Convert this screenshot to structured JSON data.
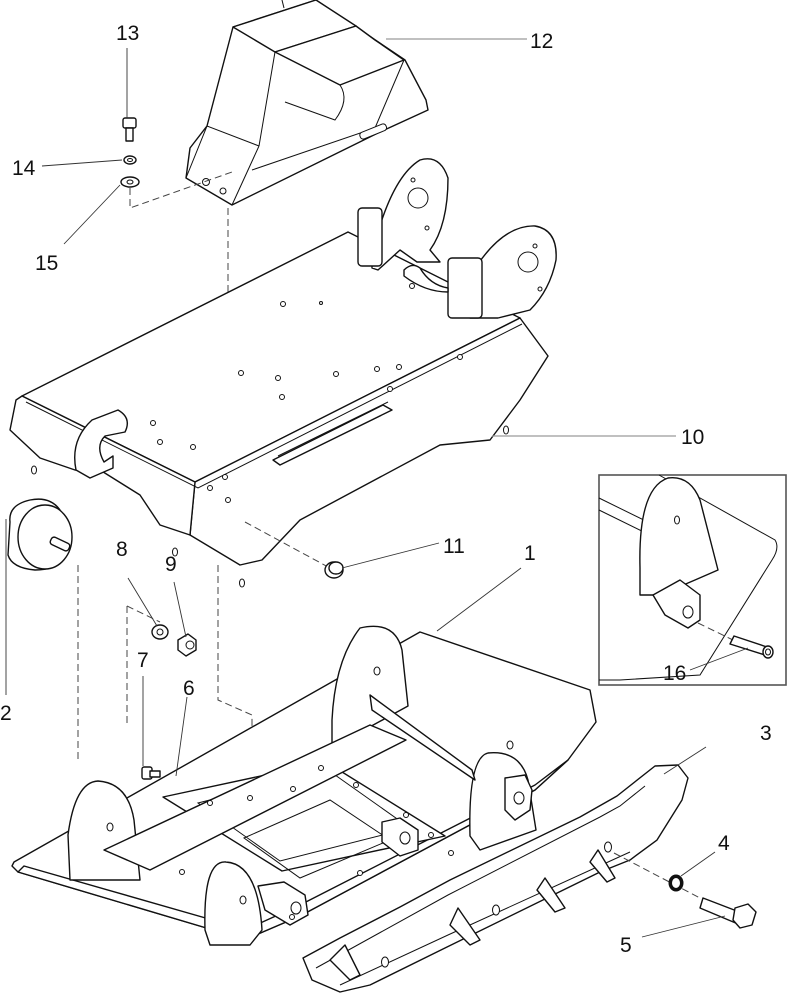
{
  "diagram": {
    "title": "Exploded parts view: frame, base plate and shock mounts",
    "callouts": [
      {
        "id": "1",
        "label": "1",
        "part": "base-plate"
      },
      {
        "id": "2",
        "label": "2",
        "part": "shock-mount"
      },
      {
        "id": "3",
        "label": "3",
        "part": "skid-rail"
      },
      {
        "id": "4",
        "label": "4",
        "part": "washer"
      },
      {
        "id": "5",
        "label": "5",
        "part": "bolt"
      },
      {
        "id": "6",
        "label": "6",
        "part": "lock-washer"
      },
      {
        "id": "7",
        "label": "7",
        "part": "screw"
      },
      {
        "id": "8",
        "label": "8",
        "part": "flat-washer"
      },
      {
        "id": "9",
        "label": "9",
        "part": "lock-nut"
      },
      {
        "id": "10",
        "label": "10",
        "part": "upper-frame"
      },
      {
        "id": "11",
        "label": "11",
        "part": "flange-bolt"
      },
      {
        "id": "12",
        "label": "12",
        "part": "belt-guard-housing"
      },
      {
        "id": "13",
        "label": "13",
        "part": "cap-screw"
      },
      {
        "id": "14",
        "label": "14",
        "part": "lock-washer"
      },
      {
        "id": "15",
        "label": "15",
        "part": "flat-washer"
      },
      {
        "id": "16",
        "label": "16",
        "part": "pin"
      }
    ],
    "inset": {
      "label": "detail-view",
      "callout": "16"
    }
  }
}
